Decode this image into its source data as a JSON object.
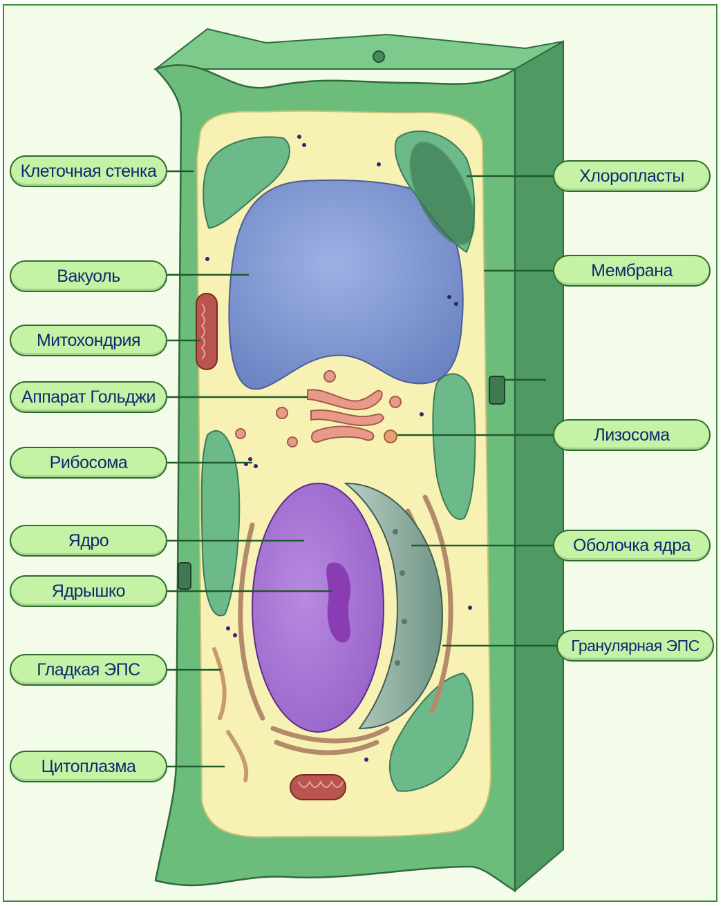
{
  "diagram": {
    "labels": {
      "cell_wall": "Клеточная стенка",
      "vacuole": "Вакуоль",
      "mitochondrion": "Митохондрия",
      "golgi": "Аппарат Гольджи",
      "ribosome": "Рибосома",
      "nucleus": "Ядро",
      "nucleolus": "Ядрышко",
      "smooth_er": "Гладкая ЭПС",
      "cytoplasm": "Цитоплазма",
      "chloroplasts": "Хлоропласты",
      "membrane": "Мембрана",
      "lysosome": "Лизосома",
      "nuclear_envelope": "Оболочка ядра",
      "rough_er": "Гранулярная ЭПС"
    },
    "colors": {
      "cell_wall": "#6cbd7c",
      "cytoplasm": "#f7f2b4",
      "vacuole": "#7d95cf",
      "nucleus": "#a36fd0",
      "chloroplast": "#6cb98a",
      "mitochondrion": "#b8554e",
      "golgi": "#e89a88",
      "label_fill": "#c6f2a6",
      "label_text": "#0d2b6e",
      "leader_line": "#1f5a2a"
    }
  }
}
